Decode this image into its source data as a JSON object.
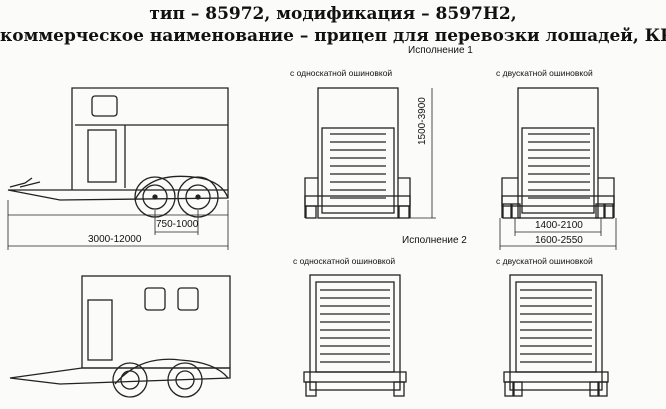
{
  "title": {
    "line1": "тип – 85972, модификация – 8597Н2,",
    "line2": "коммерческое наименование – прицеп для перевозки лошадей, КРС"
  },
  "variant1": {
    "label": "Исполнение 1",
    "single_tire_label": "с односкатной ошиновкой",
    "dual_tire_label": "с двускатной ошиновкой",
    "dims": {
      "length": "3000-12000",
      "axle_base": "750-1000",
      "height": "1500-3900",
      "track": "1400-2100",
      "width": "1600-2550"
    }
  },
  "variant2": {
    "label": "Исполнение 2",
    "single_tire_label": "с односкатной ошиновкой",
    "dual_tire_label": "с двускатной ошиновкой"
  }
}
